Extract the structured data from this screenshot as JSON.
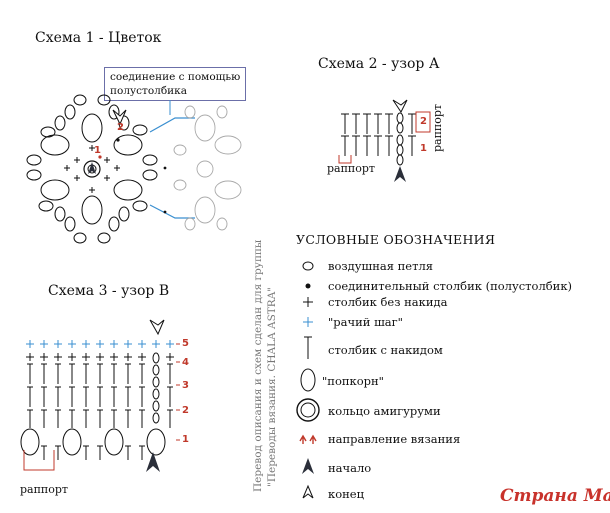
{
  "schemes": {
    "s1": {
      "title": "Схема 1 - Цветок",
      "callout_line1": "соединение с помощью",
      "callout_line2": "полустолбика"
    },
    "s2": {
      "title": "Схема 2 - узор А",
      "rapport": "раппорт",
      "side_label": "раппорт"
    },
    "s3": {
      "title": "Схема 3 - узор В",
      "rapport": "раппорт"
    }
  },
  "legend": {
    "header": "УСЛОВНЫЕ ОБОЗНАЧЕНИЯ",
    "items": [
      {
        "label": "воздушная петля",
        "icon": "chain-oval-icon"
      },
      {
        "label": "соединительный столбик (полустолбик)",
        "icon": "slip-stitch-dot-icon"
      },
      {
        "label": "столбик без накида",
        "icon": "single-crochet-cross-icon"
      },
      {
        "label": "\"рачий шаг\"",
        "icon": "crab-stitch-cross-icon"
      },
      {
        "label": "столбик с накидом",
        "icon": "double-crochet-icon"
      },
      {
        "label": "\"попкорн\"",
        "icon": "popcorn-oval-icon"
      },
      {
        "label": "кольцо амигуруми",
        "icon": "amigurumi-ring-icon"
      },
      {
        "label": "направление вязания",
        "icon": "direction-arrows-icon"
      },
      {
        "label": "начало",
        "icon": "start-arrow-icon"
      },
      {
        "label": "конец",
        "icon": "end-arrow-icon"
      }
    ]
  },
  "credits": {
    "line1": "Перевод описания и схем сделан для группы",
    "line2": "\"Переводы вязания. CHALA ASTRA\""
  },
  "watermark": "Страна Мам",
  "row_numbers_s2": [
    "2",
    "1"
  ],
  "row_numbers_s3": [
    "5",
    "4",
    "3",
    "2",
    "1"
  ],
  "ring_numbers_s1": [
    "2",
    "1"
  ],
  "colors": {
    "red": "#c0392b",
    "blue": "#3a8fd0",
    "dark": "#2b2f3a"
  }
}
